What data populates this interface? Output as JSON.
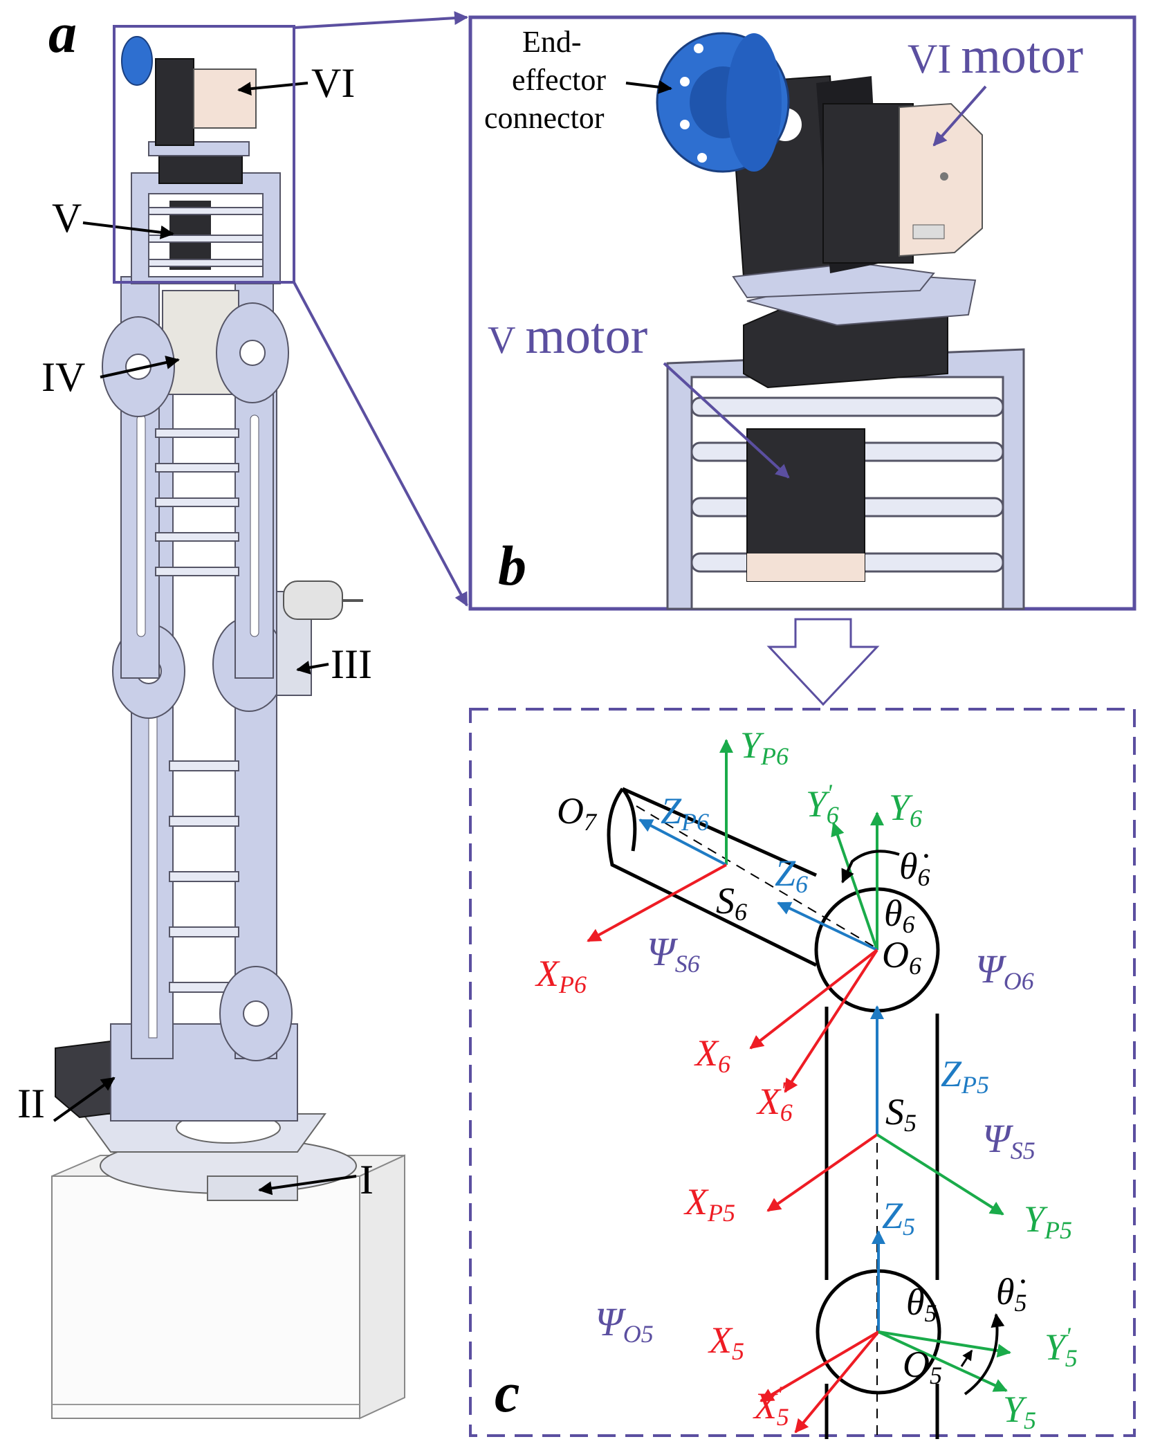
{
  "panels": {
    "a": "a",
    "b": "b",
    "c": "c"
  },
  "panel_a": {
    "labels": {
      "VI": "VI",
      "V": "V",
      "IV": "IV",
      "III": "III",
      "II": "II",
      "I": "I"
    }
  },
  "panel_b": {
    "end_effector": [
      "End-",
      "effector",
      "connector"
    ],
    "vi_motor_prefix": "VI",
    "vi_motor_word": "motor",
    "v_motor_prefix": "V",
    "v_motor_word": "motor"
  },
  "panel_c": {
    "labels": {
      "YP6": "Y",
      "YP6_sub": "P6",
      "Y6p": "Y",
      "Y6p_sub": "6",
      "Y6p_sup": "'",
      "Y6": "Y",
      "Y6_sub": "6",
      "O7": "O",
      "O7_sub": "7",
      "ZP6": "Z",
      "ZP6_sub": "P6",
      "theta6dot": "θ̇",
      "theta6dot_sub": "6",
      "Z6": "Z",
      "Z6_sub": "6",
      "S6": "S",
      "S6_sub": "6",
      "theta6": "θ",
      "theta6_sub": "6",
      "O6": "O",
      "O6_sub": "6",
      "XP6": "X",
      "XP6_sub": "P6",
      "PsiS6": "Ψ",
      "PsiS6_sub": "S6",
      "PsiO6": "Ψ",
      "PsiO6_sub": "O6",
      "X6": "X",
      "X6_sub": "6",
      "X6p": "X",
      "X6p_sub": "6",
      "X6p_sup": "'",
      "ZP5": "Z",
      "ZP5_sub": "P5",
      "S5": "S",
      "S5_sub": "5",
      "PsiS5": "Ψ",
      "PsiS5_sub": "S5",
      "XP5": "X",
      "XP5_sub": "P5",
      "Z5": "Z",
      "Z5_sub": "5",
      "YP5": "Y",
      "YP5_sub": "P5",
      "theta5": "θ",
      "theta5_sub": "5",
      "theta5dot": "θ̇",
      "theta5dot_sub": "5",
      "Y5p": "Y",
      "Y5p_sub": "5",
      "Y5p_sup": "'",
      "PsiO5": "Ψ",
      "PsiO5_sub": "O5",
      "O5": "O",
      "O5_sub": "5",
      "X5": "X",
      "X5_sub": "5",
      "X5p": "X",
      "X5p_sub": "5",
      "X5p_sup": "'",
      "Y5": "Y",
      "Y5_sub": "5"
    }
  },
  "colors": {
    "frame": "#5b4fa0",
    "x_axis": "#ee1c24",
    "y_axis": "#1aab4a",
    "z_axis": "#1e7bc4",
    "metal": "#c9cfe8"
  }
}
